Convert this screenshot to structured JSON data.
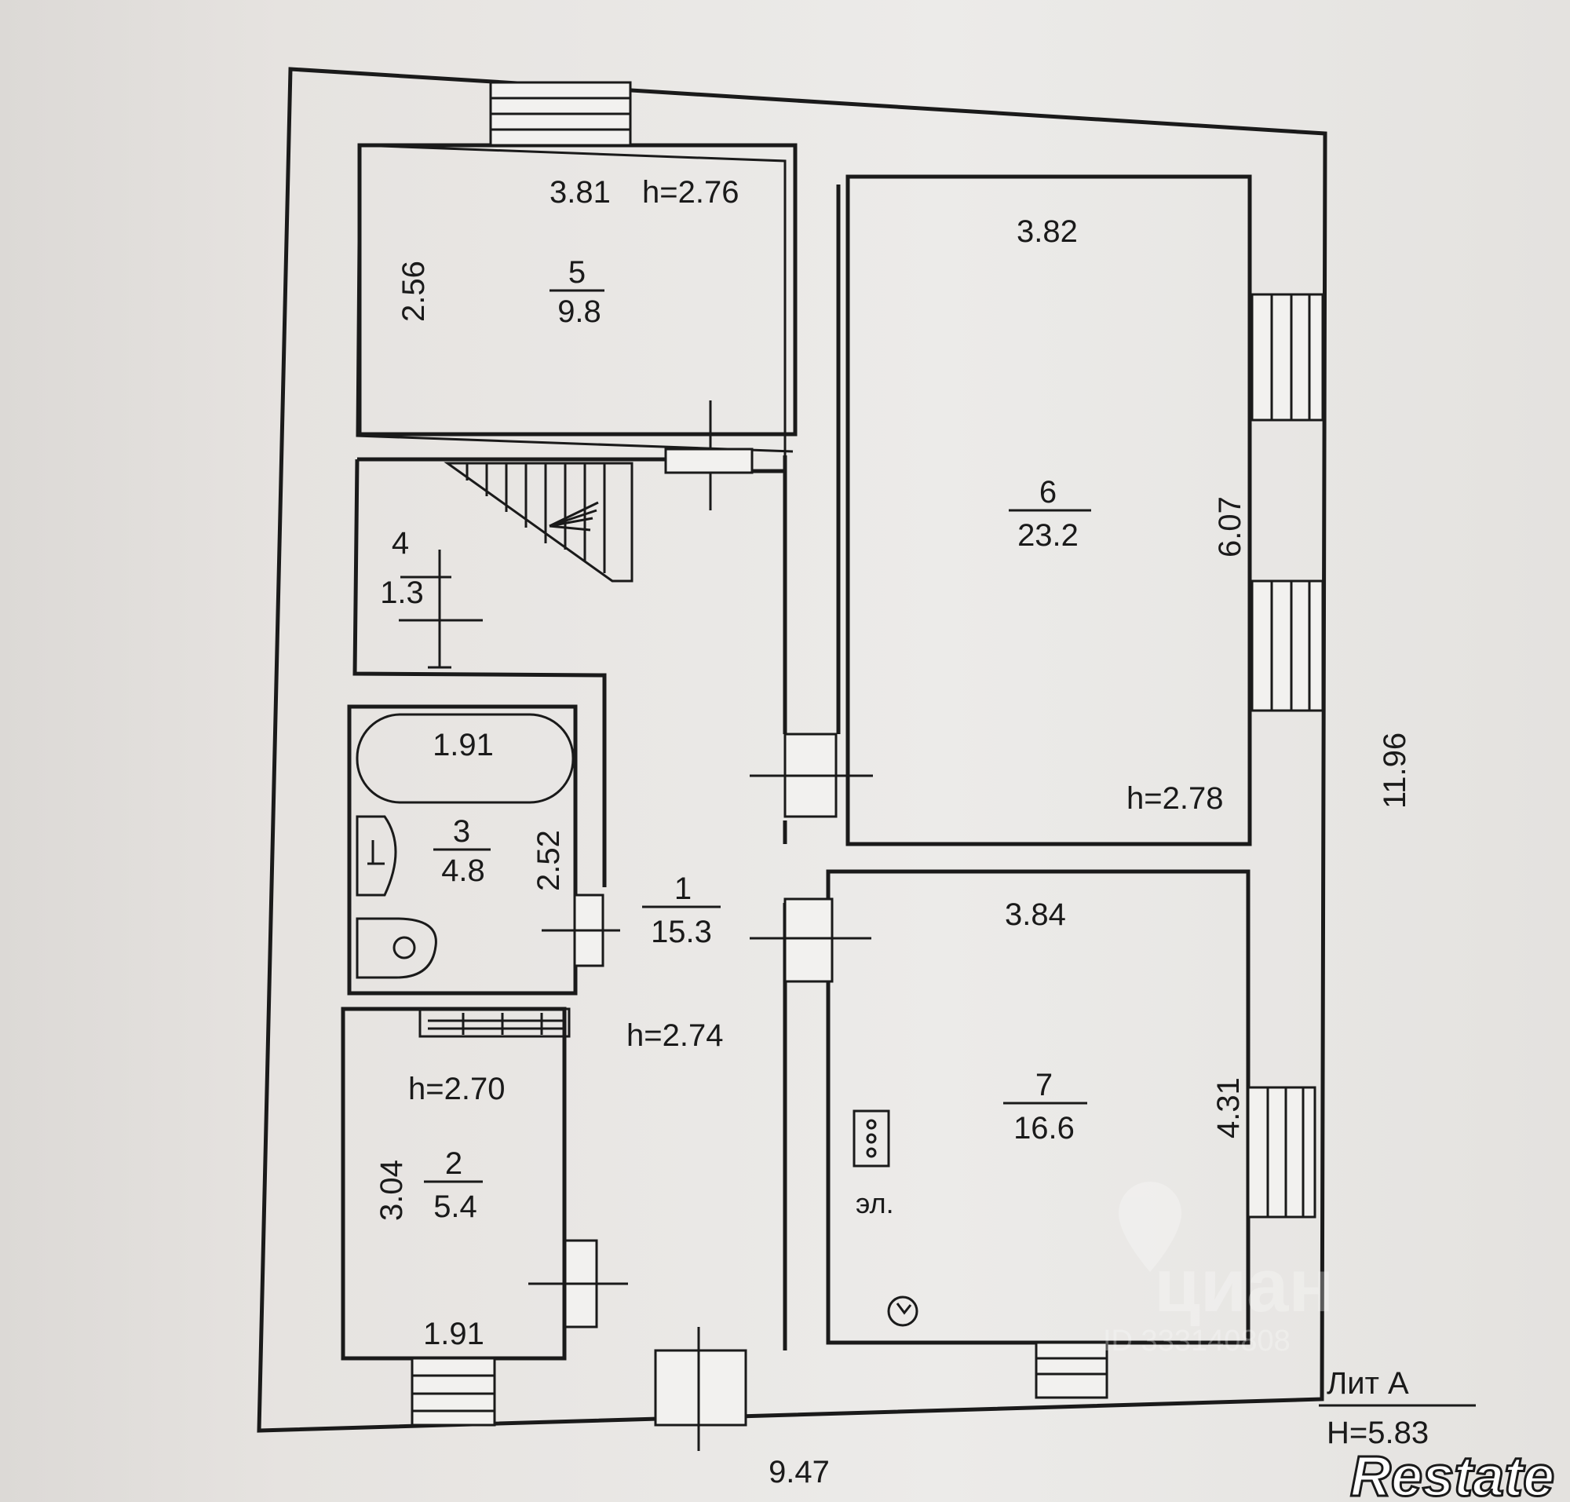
{
  "rooms": [
    {
      "number": "1",
      "area": "15.3",
      "height": "h=2.74"
    },
    {
      "number": "2",
      "area": "5.4",
      "height": "h=2.70",
      "dim_left": "3.04",
      "dim_bottom": "1.91"
    },
    {
      "number": "3",
      "area": "4.8",
      "dim_top": "1.91",
      "dim_right": "2.52"
    },
    {
      "number": "4",
      "area": "1.3"
    },
    {
      "number": "5",
      "area": "9.8",
      "dim_top": "3.81",
      "height": "h=2.76",
      "dim_left": "2.56"
    },
    {
      "number": "6",
      "area": "23.2",
      "dim_top": "3.82",
      "dim_right": "6.07",
      "height": "h=2.78"
    },
    {
      "number": "7",
      "area": "16.6",
      "dim_top": "3.84",
      "dim_right": "4.31",
      "note": "эл."
    }
  ],
  "overall": {
    "width": "9.47",
    "length": "11.96"
  },
  "title": {
    "lit": "Лит А",
    "height": "H=5.83"
  },
  "watermarks": {
    "cian": "циан",
    "cian_id": "ID 333140808",
    "restate": "Restate"
  },
  "colors": {
    "ink": "#1a1a1a",
    "paper": "#ecebe9"
  }
}
